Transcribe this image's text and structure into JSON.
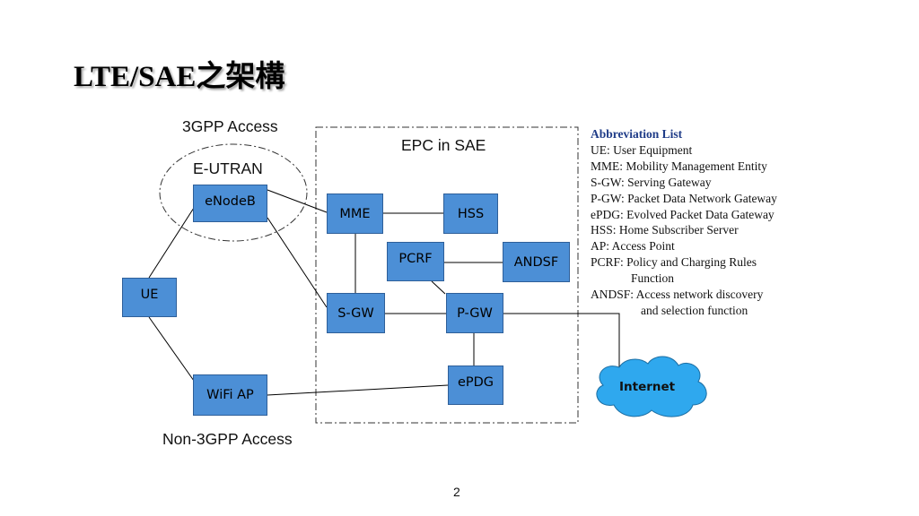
{
  "title": "LTE/SAE之架構",
  "labels": {
    "access_3gpp": "3GPP Access",
    "eutran": "E-UTRAN",
    "epc": "EPC in SAE",
    "non_3gpp": "Non-3GPP Access"
  },
  "nodes": {
    "enodeb": "eNodeB",
    "ue": "UE",
    "wifi_ap": "WiFi AP",
    "mme": "MME",
    "hss": "HSS",
    "pcrf": "PCRF",
    "andsf": "ANDSF",
    "sgw": "S-GW",
    "pgw": "P-GW",
    "epdg": "ePDG",
    "internet": "Internet"
  },
  "abbreviations": {
    "heading": "Abbreviation List",
    "ue": "UE: User Equipment",
    "mme": "MME: Mobility Management Entity",
    "sgw": "S-GW: Serving Gateway",
    "pgw": "P-GW: Packet Data Network Gateway",
    "epdg": "ePDG: Evolved Packet Data Gateway",
    "hss": "HSS: Home Subscriber Server",
    "ap": "AP: Access Point",
    "pcrf_1": "PCRF: Policy and Charging Rules",
    "pcrf_2": "Function",
    "andsf_1": "ANDSF: Access network discovery",
    "andsf_2": "and selection function"
  },
  "page_number": "2",
  "colors": {
    "node_fill": "#4c8fd6",
    "abbreviation_heading": "#1f3c88"
  }
}
